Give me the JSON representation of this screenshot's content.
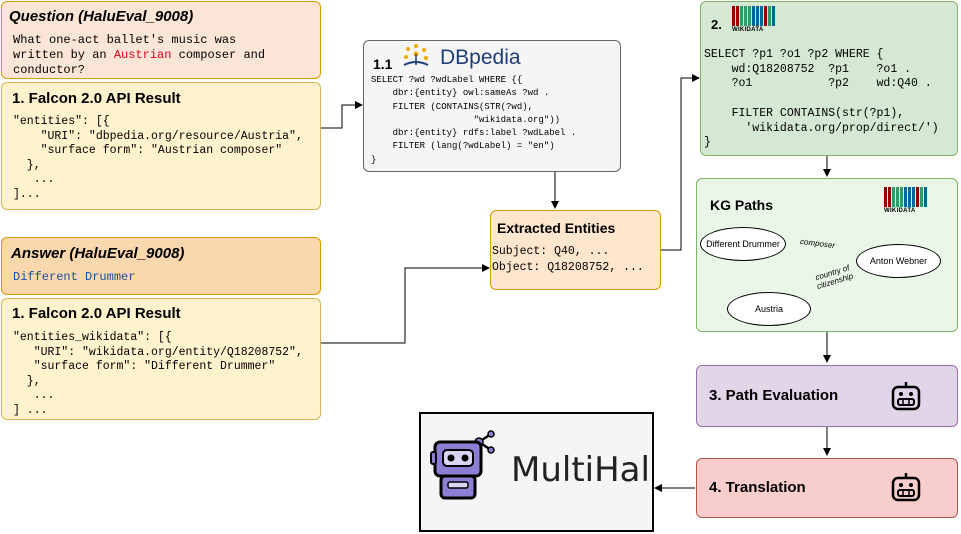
{
  "question": {
    "title": "Question (HaluEval_9008)",
    "text_line1": "What one-act ballet's music was",
    "text_line2_pre": "written by an ",
    "text_line2_highlight": "Austrian",
    "text_line2_post": " composer and",
    "text_line3": "conductor?"
  },
  "falcon_question": {
    "title": "1. Falcon 2.0 API Result",
    "code": "\"entities\": [{\n    \"URI\": \"dbpedia.org/resource/Austria\",\n    \"surface form\": \"Austrian composer\"\n  },\n   ...\n]..."
  },
  "answer": {
    "title": "Answer (HaluEval_9008)",
    "text": "Different Drummer"
  },
  "falcon_answer": {
    "title": "1. Falcon 2.0 API Result",
    "code": "\"entities_wikidata\": [{\n   \"URI\": \"wikidata.org/entity/Q18208752\",\n   \"surface form\": \"Different Drummer\"\n  },\n   ...\n] ..."
  },
  "dbpedia": {
    "step": "1.1",
    "logo_text": "DBpedia",
    "code": "SELECT ?wd ?wdLabel WHERE {{\n    dbr:{entity} owl:sameAs ?wd .\n    FILTER (CONTAINS(STR(?wd),\n                   \"wikidata.org\"))\n    dbr:{entity} rdfs:label ?wdLabel .\n    FILTER (lang(?wdLabel) = \"en\")\n}"
  },
  "extracted": {
    "title": "Extracted Entities",
    "subject": "Subject: Q40, ...",
    "object": "Object: Q18208752, ..."
  },
  "wikidata_query": {
    "step": "2.",
    "logo_text": "WIKIDATA",
    "code": "SELECT ?p1 ?o1 ?p2 WHERE {\n    wd:Q18208752  ?p1    ?o1 .\n    ?o1           ?p2    wd:Q40 .\n\n    FILTER CONTAINS(str(?p1),\n      'wikidata.org/prop/direct/')\n}"
  },
  "kg_paths": {
    "title": "KG Paths",
    "logo_text": "WIKIDATA",
    "node1": "Different Drummer",
    "node2": "Anton Webner",
    "node3": "Austria",
    "edge1": "composer",
    "edge2_line1": "country of",
    "edge2_line2": "citizenship"
  },
  "path_evaluation": {
    "title": "3. Path Evaluation"
  },
  "translation": {
    "title": "4. Translation"
  },
  "multihal": {
    "name": "MultiHal"
  },
  "colors": {
    "highlight_red": "#e0001b",
    "answer_blue": "#1f4e9c",
    "robot_purple": "#8b7fd4"
  }
}
